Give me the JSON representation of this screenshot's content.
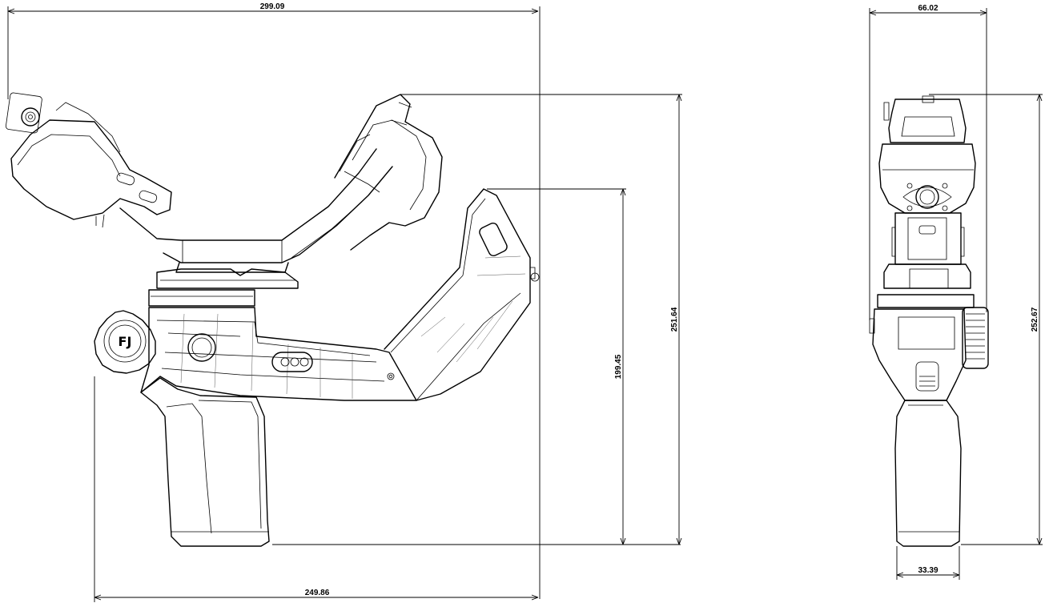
{
  "drawing": {
    "logo_text": "FJ",
    "dimensions": {
      "side_total_width": "299.09",
      "side_base_width": "249.86",
      "side_handle_height": "199.45",
      "side_total_height": "251.64",
      "front_top_width": "66.02",
      "front_grip_width": "33.39",
      "front_total_height": "252.67"
    }
  }
}
